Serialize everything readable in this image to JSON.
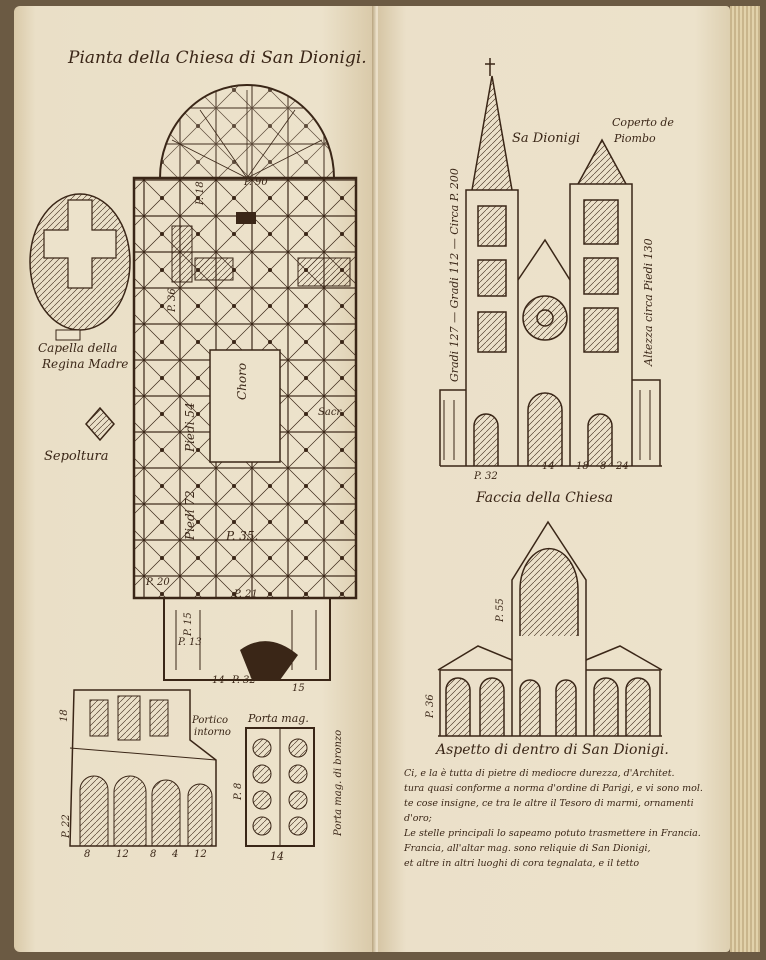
{
  "left_page": {
    "title": "Pianta della Chiesa di San Dionigi.",
    "chapel_label_1": "Capella della",
    "chapel_label_2": "Regina Madre",
    "sepoltura_label": "Sepoltura",
    "choro_label": "Choro",
    "sacr_label": "Sacr.",
    "dims": {
      "p18": "P. 18",
      "p90": "P. 90",
      "p36": "P. 36",
      "piedi54": "Piedi 54",
      "piedi72": "Piedi 72",
      "p35": "P. 35.",
      "p20": "P. 20",
      "p21": "P. 21",
      "p15": "P. 15",
      "p13": "P. 13",
      "p32": "P. 32",
      "p8": "P. 8",
      "p22": "P. 22",
      "n14": "14",
      "n15": "15"
    },
    "portico_label_1": "Portico",
    "portico_label_2": "intorno",
    "porta_label": "Porta mag.",
    "porta_side_label": "Porta mag. di bronzo",
    "bottom_dims": [
      "8",
      "12",
      "8",
      "4",
      "12"
    ],
    "bottom_14": "14",
    "n18": "18"
  },
  "right_page": {
    "church_label": "Sa Dionigi",
    "coperto_1": "Coperto de",
    "coperto_2": "Piombo",
    "left_height": "Gradi 127 — Gradi 112 — Circa P. 200",
    "right_height": "Altezza circa Piedi 130",
    "base_p32": "P. 32",
    "base_14": "14",
    "base_18": "18",
    "base_8": "8",
    "base_24": "24",
    "facade_caption": "Faccia della Chiesa",
    "p55": "P. 55",
    "p36": "P. 36",
    "interior_caption": "Aspetto di dentro di San Dionigi.",
    "notes": [
      "Ci, e la è tutta di pietre di mediocre durezza, d'Architet.",
      "tura quasi conforme a norma d'ordine di Parigi, e vi sono mol.",
      "te cose insigne, ce tra le altre il Tesoro di marmi, ornamenti d'oro;",
      "Le stelle principali lo sapeamo potuto trasmettere in Francia.",
      "Francia, all'altar mag. sono reliquie di San Dionigi,",
      "et altre in altri luoghi di cora tegnalata, e il tetto"
    ]
  }
}
